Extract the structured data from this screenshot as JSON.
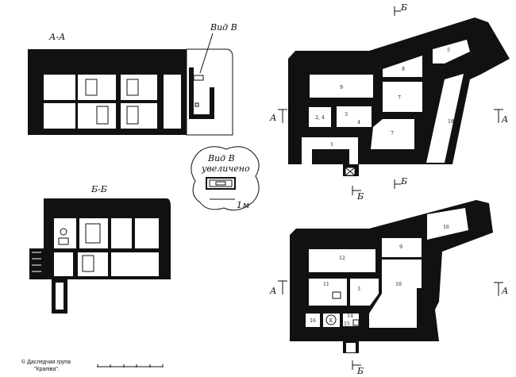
{
  "sections": {
    "aa_title": "А-А",
    "bb_title": "Б-Б",
    "view_b_label": "Вид В"
  },
  "callout": {
    "title": "Вид В",
    "subtitle": "увеличено",
    "scale_label": "1м"
  },
  "section_marks": {
    "a": "А",
    "b": "Б"
  },
  "plan_upper": {
    "rooms": [
      "9",
      "2, 4",
      "3",
      "4",
      "1",
      "8",
      "7",
      "7",
      "5",
      "18"
    ]
  },
  "plan_lower": {
    "rooms": [
      "12",
      "11",
      "3",
      "9",
      "10",
      "16",
      "16",
      "K",
      "14",
      "15"
    ]
  },
  "credit": {
    "line1": "© Даследчая група",
    "line2": "\"Крапіва\"."
  }
}
